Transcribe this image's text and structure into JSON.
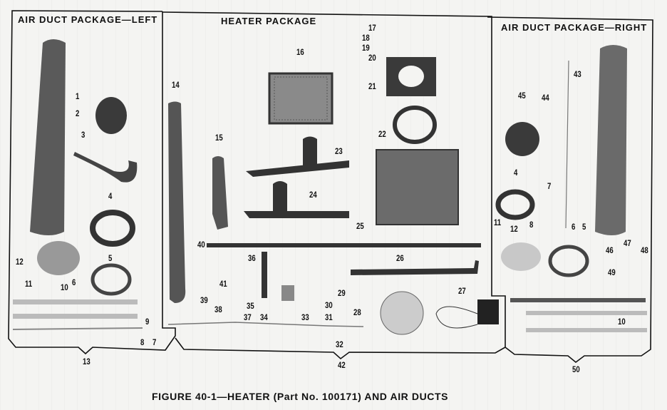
{
  "sections": {
    "left": {
      "title": "AIR DUCT PACKAGE—LEFT",
      "package_number": "13"
    },
    "heater": {
      "title": "HEATER PACKAGE",
      "package_number": "42"
    },
    "right": {
      "title": "AIR DUCT PACKAGE—RIGHT",
      "package_number": "50"
    }
  },
  "callouts": {
    "left": [
      "1",
      "2",
      "3",
      "4",
      "5",
      "6",
      "7",
      "8",
      "9",
      "10",
      "11",
      "12"
    ],
    "heater": [
      "14",
      "15",
      "16",
      "17",
      "18",
      "19",
      "20",
      "21",
      "22",
      "23",
      "24",
      "25",
      "26",
      "27",
      "28",
      "29",
      "30",
      "31",
      "32",
      "33",
      "34",
      "35",
      "36",
      "37",
      "38",
      "39",
      "40",
      "41"
    ],
    "right": [
      "43",
      "44",
      "45",
      "4",
      "7",
      "8",
      "11",
      "12",
      "6",
      "5",
      "46",
      "47",
      "48",
      "49",
      "10"
    ]
  },
  "caption": "FIGURE 40-1—HEATER (Part No. 100171) AND AIR DUCTS",
  "colors": {
    "ink": "#111111",
    "part_dark": "#3a3a3a",
    "part_mid": "#7a7a7a",
    "paper": "#f4f4f2"
  }
}
